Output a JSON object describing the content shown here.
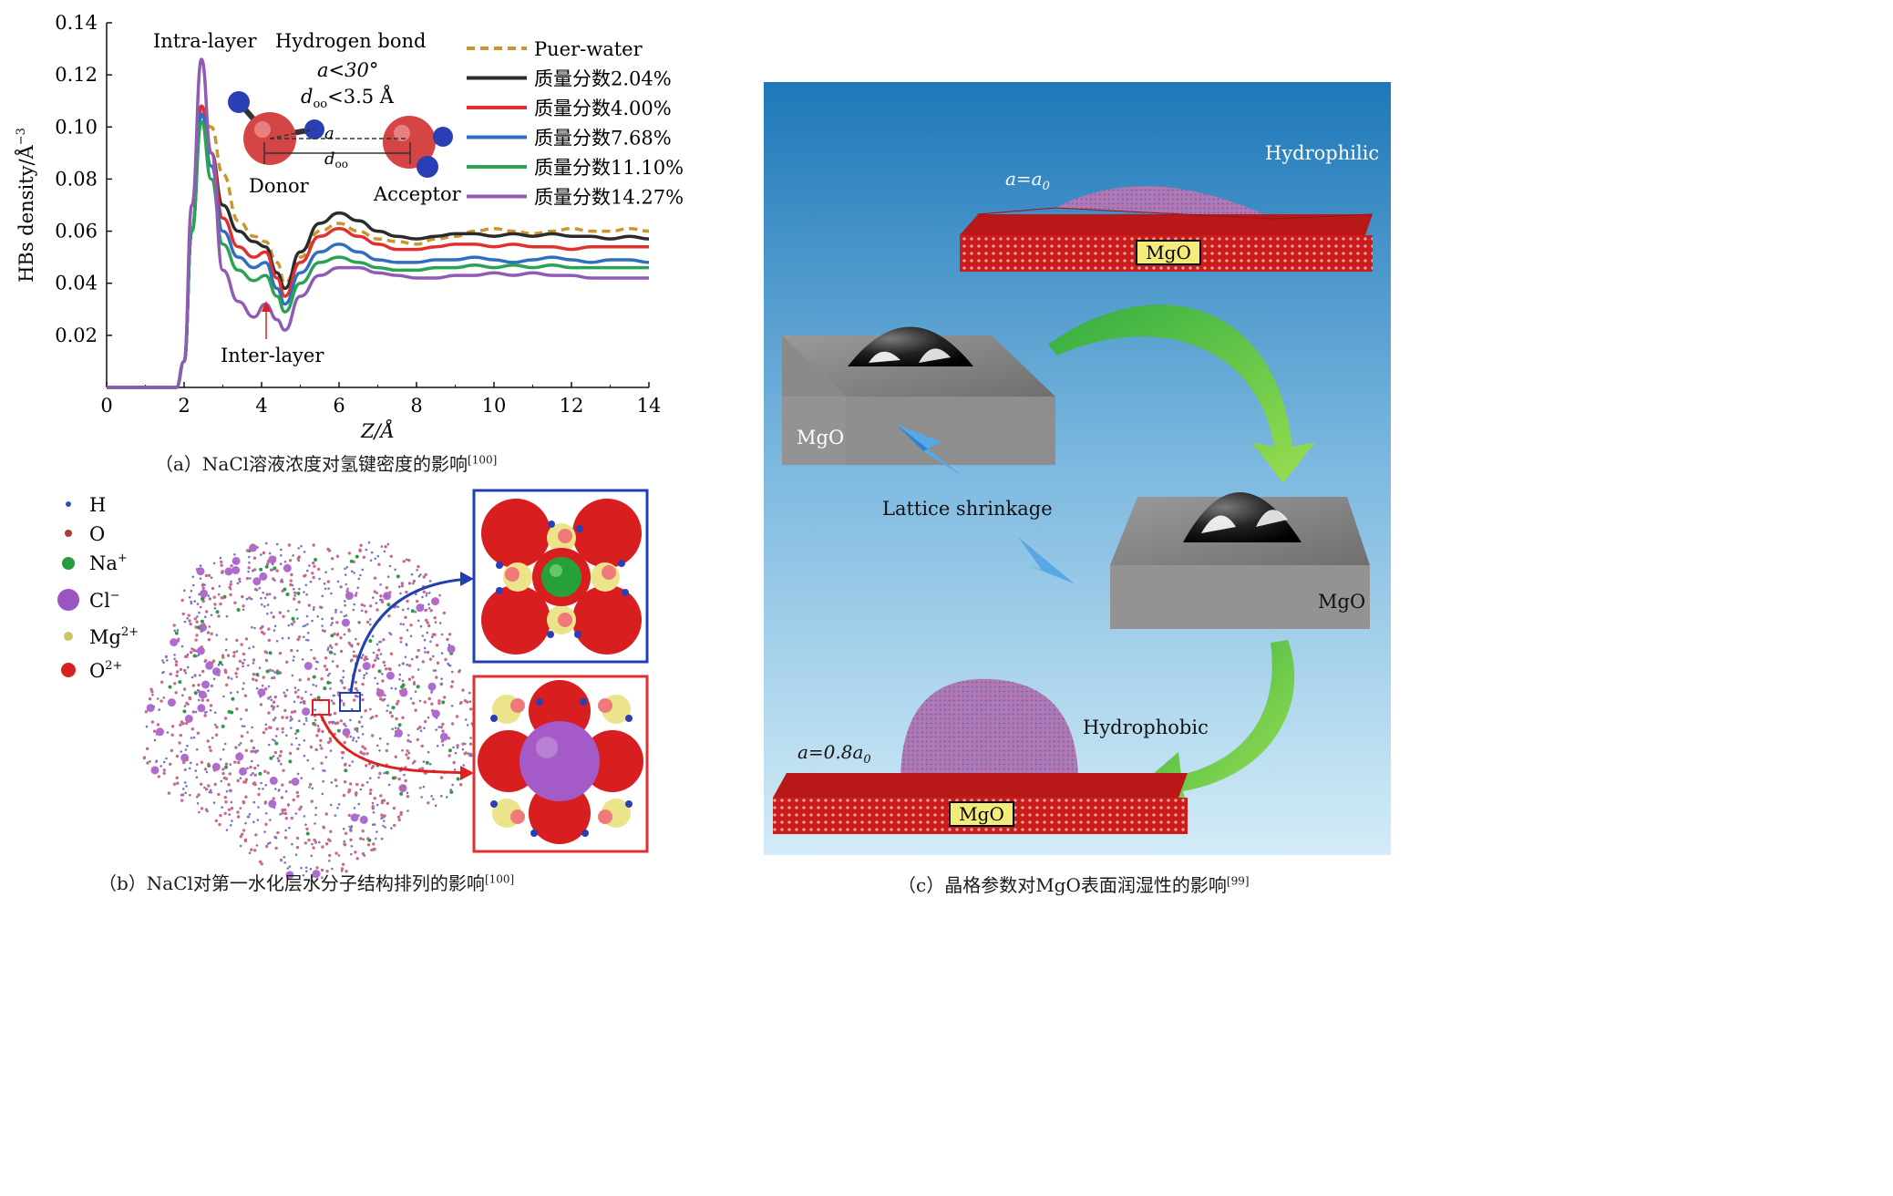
{
  "panel_a": {
    "caption": {
      "label": "（a）NaCl溶液浓度对氢键密度的影响",
      "ref": "[100]"
    },
    "ylabel": "HBs density/Å",
    "ylabel_exp": "−3",
    "xlabel": "Z/Å",
    "annotations": {
      "intra": "Intra-layer",
      "inter": "Inter-layer",
      "hbond": "Hydrogen bond",
      "cond1": "a<30°",
      "cond2": "d",
      "cond2_sub": "oo",
      "cond2_tail": "<3.5 Å",
      "alpha": "a",
      "doo": "d",
      "doo_sub": "oo",
      "donor": "Donor",
      "acceptor": "Acceptor"
    },
    "legend": [
      {
        "name": "Puer-water",
        "color": "#c8962b"
      },
      {
        "name": "质量分数2.04%",
        "color": "#2b2b2b"
      },
      {
        "name": "质量分数4.00%",
        "color": "#e03030"
      },
      {
        "name": "质量分数7.68%",
        "color": "#2f6fc0"
      },
      {
        "name": "质量分数11.10%",
        "color": "#2aa355"
      },
      {
        "name": "质量分数14.27%",
        "color": "#8e5bb5"
      }
    ]
  },
  "chart_data": {
    "type": "line",
    "xlabel": "Z/Å",
    "ylabel": "HBs density/Å−3",
    "xlim": [
      0,
      14
    ],
    "ylim": [
      0,
      0.14
    ],
    "xticks": [
      "0",
      "2",
      "4",
      "6",
      "8",
      "10",
      "12",
      "14"
    ],
    "yticks": [
      "0.02",
      "0.04",
      "0.06",
      "0.08",
      "0.10",
      "0.12",
      "0.14"
    ],
    "x": [
      0,
      1.8,
      2.0,
      2.2,
      2.45,
      2.7,
      3.0,
      3.4,
      3.8,
      4.1,
      4.4,
      4.6,
      5.0,
      5.5,
      6.0,
      6.5,
      7.0,
      7.5,
      8.0,
      8.5,
      9.0,
      9.5,
      10.0,
      10.5,
      11.0,
      11.5,
      12.0,
      12.5,
      13.0,
      13.5,
      14.0
    ],
    "series": [
      {
        "name": "Puer-water",
        "dashed": true,
        "color": "#c8962b",
        "values": [
          0,
          0,
          0.01,
          0.06,
          0.104,
          0.1,
          0.082,
          0.064,
          0.058,
          0.056,
          0.048,
          0.04,
          0.05,
          0.06,
          0.063,
          0.06,
          0.057,
          0.056,
          0.055,
          0.057,
          0.058,
          0.06,
          0.061,
          0.06,
          0.059,
          0.06,
          0.061,
          0.06,
          0.06,
          0.061,
          0.06
        ]
      },
      {
        "name": "质量分数2.04%",
        "color": "#2b2b2b",
        "values": [
          0,
          0,
          0.01,
          0.06,
          0.108,
          0.09,
          0.07,
          0.06,
          0.056,
          0.054,
          0.044,
          0.038,
          0.052,
          0.063,
          0.067,
          0.064,
          0.06,
          0.058,
          0.057,
          0.058,
          0.059,
          0.059,
          0.058,
          0.059,
          0.058,
          0.059,
          0.058,
          0.058,
          0.057,
          0.058,
          0.057
        ]
      },
      {
        "name": "质量分数4.00%",
        "color": "#e03030",
        "values": [
          0,
          0,
          0.01,
          0.06,
          0.108,
          0.09,
          0.065,
          0.054,
          0.05,
          0.052,
          0.042,
          0.035,
          0.048,
          0.058,
          0.061,
          0.058,
          0.055,
          0.053,
          0.053,
          0.054,
          0.055,
          0.055,
          0.054,
          0.055,
          0.054,
          0.054,
          0.053,
          0.054,
          0.054,
          0.054,
          0.054
        ]
      },
      {
        "name": "质量分数7.68%",
        "color": "#2f6fc0",
        "values": [
          0,
          0,
          0.01,
          0.06,
          0.105,
          0.085,
          0.06,
          0.05,
          0.046,
          0.048,
          0.038,
          0.032,
          0.044,
          0.052,
          0.055,
          0.052,
          0.049,
          0.048,
          0.048,
          0.049,
          0.049,
          0.05,
          0.049,
          0.048,
          0.049,
          0.05,
          0.049,
          0.048,
          0.049,
          0.049,
          0.048
        ]
      },
      {
        "name": "质量分数11.10%",
        "color": "#2aa355",
        "values": [
          0,
          0,
          0.01,
          0.06,
          0.102,
          0.08,
          0.055,
          0.045,
          0.041,
          0.043,
          0.035,
          0.029,
          0.04,
          0.048,
          0.05,
          0.048,
          0.046,
          0.045,
          0.045,
          0.046,
          0.046,
          0.047,
          0.046,
          0.047,
          0.046,
          0.047,
          0.046,
          0.046,
          0.046,
          0.046,
          0.046
        ]
      },
      {
        "name": "质量分数14.27%",
        "color": "#8e5bb5",
        "values": [
          0,
          0,
          0.01,
          0.07,
          0.126,
          0.09,
          0.045,
          0.033,
          0.027,
          0.032,
          0.026,
          0.022,
          0.035,
          0.043,
          0.046,
          0.046,
          0.044,
          0.043,
          0.042,
          0.042,
          0.043,
          0.043,
          0.044,
          0.043,
          0.044,
          0.043,
          0.043,
          0.042,
          0.042,
          0.042,
          0.042
        ]
      }
    ]
  },
  "panel_b": {
    "caption": {
      "label": "（b）NaCl对第一水化层水分子结构排列的影响",
      "ref": "[100]"
    },
    "legend": [
      {
        "base": "H",
        "sup": "",
        "color": "#3050b0",
        "size": 3
      },
      {
        "base": "O",
        "sup": "",
        "color": "#b03a3a",
        "size": 4
      },
      {
        "base": "Na",
        "sup": "+",
        "color": "#2a9a40",
        "size": 7
      },
      {
        "base": "Cl",
        "sup": "−",
        "color": "#9a55c0",
        "size": 12
      },
      {
        "base": "Mg",
        "sup": "2+",
        "color": "#c9c36a",
        "size": 5
      },
      {
        "base": "O",
        "sup": "2+",
        "color": "#d82020",
        "size": 8
      }
    ]
  },
  "panel_c": {
    "caption": {
      "label": "（c）晶格参数对MgO表面润湿性的影响",
      "ref": "[99]"
    },
    "hydrophilic": "Hydrophilic",
    "hydrophobic": "Hydrophobic",
    "a_top": "a=a",
    "a_top_sub": "0",
    "a_bottom": "a=0.8a",
    "a_bottom_sub": "0",
    "mgo": "MgO",
    "lattice": "Lattice shrinkage"
  }
}
